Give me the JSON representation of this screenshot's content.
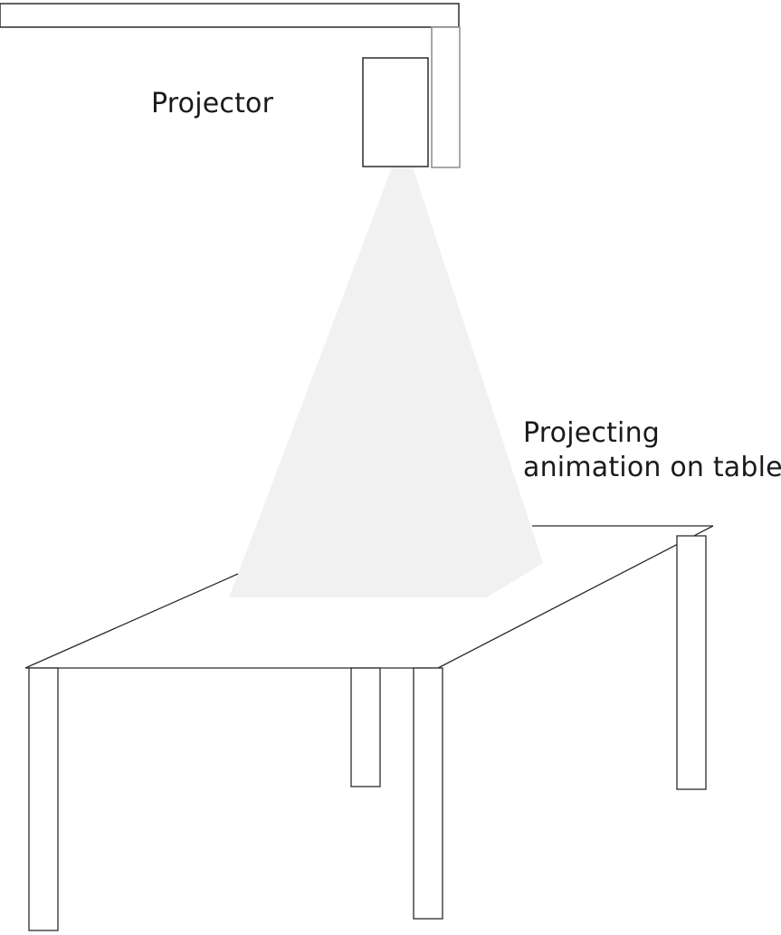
{
  "labels": {
    "projector": "Projector",
    "projection_line1": "Projecting",
    "projection_line2": "animation on table"
  },
  "colors": {
    "line": "#2b2b2b",
    "light_line": "#8c8c8c",
    "beam_fill": "#f1f1f1",
    "background": "#ffffff"
  }
}
